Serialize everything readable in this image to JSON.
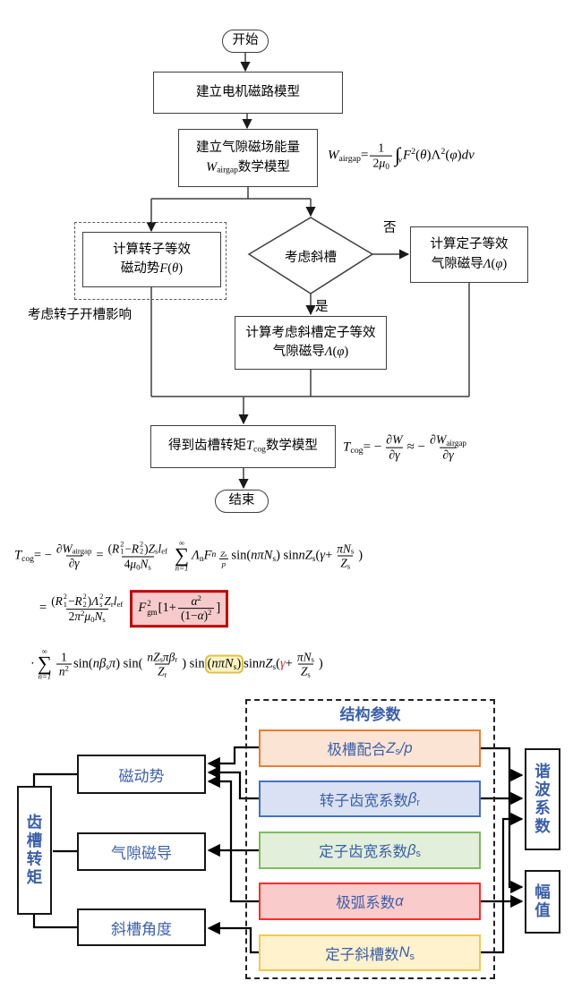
{
  "flowchart": {
    "start": "开始",
    "end": "结束",
    "build_circuit": "建立电机磁路模型",
    "build_energy_l1": "建立气隙磁场能量",
    "build_energy_l2": [
      {
        "k": "i",
        "v": "W"
      },
      {
        "k": "sb",
        "b": [
          {
            "k": "t",
            "v": "airgap"
          }
        ]
      },
      {
        "k": "t",
        "v": "数学模型"
      }
    ],
    "rotor_l1": "计算转子等效",
    "rotor_l2": [
      {
        "k": "t",
        "v": "磁动势 "
      },
      {
        "k": "i",
        "v": "F"
      },
      {
        "k": "t",
        "v": "("
      },
      {
        "k": "i",
        "v": "θ"
      },
      {
        "k": "t",
        "v": ")"
      }
    ],
    "dashed_note": "考虑转子开槽影响",
    "decision": "考虑斜槽",
    "no_label": "否",
    "yes_label": "是",
    "stator_l1": "计算定子等效",
    "stator_l2": [
      {
        "k": "t",
        "v": "气隙磁导 "
      },
      {
        "k": "i",
        "v": "Λ"
      },
      {
        "k": "t",
        "v": "("
      },
      {
        "k": "i",
        "v": "φ"
      },
      {
        "k": "t",
        "v": ")"
      }
    ],
    "skewed_l1": "计算考虑斜槽定子等效",
    "skewed_l2": [
      {
        "k": "t",
        "v": "气隙磁导 "
      },
      {
        "k": "i",
        "v": "Λ"
      },
      {
        "k": "t",
        "v": "("
      },
      {
        "k": "i",
        "v": "φ"
      },
      {
        "k": "t",
        "v": ")"
      }
    ],
    "result": [
      {
        "k": "t",
        "v": "得到齿槽转矩 "
      },
      {
        "k": "i",
        "v": "T"
      },
      {
        "k": "sb",
        "b": [
          {
            "k": "t",
            "v": "cog"
          }
        ]
      },
      {
        "k": "t",
        "v": "数学模型"
      }
    ]
  },
  "equations": {
    "energy": [
      {
        "k": "i",
        "v": "W"
      },
      {
        "k": "sb",
        "b": [
          {
            "k": "t",
            "v": "airgap"
          }
        ]
      },
      {
        "k": "t",
        "v": " = "
      },
      {
        "k": "fr",
        "n": [
          {
            "k": "t",
            "v": "1"
          }
        ],
        "d": [
          {
            "k": "t",
            "v": "2"
          },
          {
            "k": "i",
            "v": "μ"
          },
          {
            "k": "sb",
            "b": [
              {
                "k": "t",
                "v": "0"
              }
            ]
          }
        ]
      },
      {
        "k": "int",
        "s": "v"
      },
      {
        "k": "i",
        "v": "F"
      },
      {
        "k": "sp",
        "b": [
          {
            "k": "t",
            "v": "2"
          }
        ]
      },
      {
        "k": "t",
        "v": "("
      },
      {
        "k": "i",
        "v": "θ"
      },
      {
        "k": "t",
        "v": ")Λ"
      },
      {
        "k": "sp",
        "b": [
          {
            "k": "t",
            "v": "2"
          }
        ]
      },
      {
        "k": "t",
        "v": "("
      },
      {
        "k": "i",
        "v": "φ"
      },
      {
        "k": "t",
        "v": ")"
      },
      {
        "k": "i",
        "v": "dv"
      }
    ],
    "tcog": [
      {
        "k": "i",
        "v": "T"
      },
      {
        "k": "sb",
        "b": [
          {
            "k": "t",
            "v": "cog"
          }
        ]
      },
      {
        "k": "t",
        "v": " = −"
      },
      {
        "k": "fr",
        "n": [
          {
            "k": "t",
            "v": "∂"
          },
          {
            "k": "i",
            "v": "W"
          }
        ],
        "d": [
          {
            "k": "t",
            "v": "∂"
          },
          {
            "k": "i",
            "v": "γ"
          }
        ]
      },
      {
        "k": "t",
        "v": " ≈ −"
      },
      {
        "k": "fr",
        "n": [
          {
            "k": "t",
            "v": "∂"
          },
          {
            "k": "i",
            "v": "W"
          },
          {
            "k": "sb",
            "b": [
              {
                "k": "t",
                "v": "airgap"
              }
            ]
          }
        ],
        "d": [
          {
            "k": "t",
            "v": "∂"
          },
          {
            "k": "i",
            "v": "γ"
          }
        ]
      }
    ],
    "line1": [
      {
        "k": "i",
        "v": "T"
      },
      {
        "k": "sb",
        "b": [
          {
            "k": "t",
            "v": "cog"
          }
        ]
      },
      {
        "k": "t",
        "v": " = −"
      },
      {
        "k": "fr",
        "n": [
          {
            "k": "t",
            "v": "∂"
          },
          {
            "k": "i",
            "v": "W"
          },
          {
            "k": "sb",
            "b": [
              {
                "k": "t",
                "v": "airgap"
              }
            ]
          }
        ],
        "d": [
          {
            "k": "t",
            "v": "∂"
          },
          {
            "k": "i",
            "v": "γ"
          }
        ]
      },
      {
        "k": "t",
        "v": " = "
      },
      {
        "k": "fr",
        "n": [
          {
            "k": "t",
            "v": "("
          },
          {
            "k": "i",
            "v": "R"
          },
          {
            "k": "ss",
            "s": "1",
            "p": "2"
          },
          {
            "k": "t",
            "v": " − "
          },
          {
            "k": "i",
            "v": "R"
          },
          {
            "k": "ss",
            "s": "2",
            "p": "2"
          },
          {
            "k": "t",
            "v": ")"
          },
          {
            "k": "i",
            "v": "Z"
          },
          {
            "k": "sb",
            "b": [
              {
                "k": "t",
                "v": "s"
              }
            ]
          },
          {
            "k": "i",
            "v": "l"
          },
          {
            "k": "sb",
            "b": [
              {
                "k": "t",
                "v": "ef"
              }
            ]
          }
        ],
        "d": [
          {
            "k": "t",
            "v": "4"
          },
          {
            "k": "i",
            "v": "μ"
          },
          {
            "k": "sb",
            "b": [
              {
                "k": "t",
                "v": "0"
              }
            ]
          },
          {
            "k": "i",
            "v": "N"
          },
          {
            "k": "sb",
            "b": [
              {
                "k": "t",
                "v": "s"
              }
            ]
          }
        ]
      },
      {
        "k": "sum",
        "p": "∞",
        "s": "n=1"
      },
      {
        "k": "i",
        "v": "Λ"
      },
      {
        "k": "sb",
        "b": [
          {
            "k": "t",
            "v": "n"
          }
        ]
      },
      {
        "k": "i",
        "v": "F"
      },
      {
        "k": "sb",
        "b": [
          {
            "k": "i",
            "v": "n"
          },
          {
            "k": "fr",
            "n": [
              {
                "k": "i",
                "v": "Z"
              },
              {
                "k": "sb",
                "b": [
                  {
                    "k": "t",
                    "v": "s"
                  }
                ]
              }
            ],
            "d": [
              {
                "k": "i",
                "v": "p"
              }
            ]
          }
        ]
      },
      {
        "k": "t",
        "v": " sin("
      },
      {
        "k": "i",
        "v": "nπN"
      },
      {
        "k": "sb",
        "b": [
          {
            "k": "t",
            "v": "s"
          }
        ]
      },
      {
        "k": "t",
        "v": ") sin "
      },
      {
        "k": "i",
        "v": "nZ"
      },
      {
        "k": "sb",
        "b": [
          {
            "k": "t",
            "v": "s"
          }
        ]
      },
      {
        "k": "t",
        "v": "("
      },
      {
        "k": "i",
        "v": "γ"
      },
      {
        "k": "t",
        "v": " + "
      },
      {
        "k": "fr",
        "n": [
          {
            "k": "i",
            "v": "πN"
          },
          {
            "k": "sb",
            "b": [
              {
                "k": "t",
                "v": "s"
              }
            ]
          }
        ],
        "d": [
          {
            "k": "i",
            "v": "Z"
          },
          {
            "k": "sb",
            "b": [
              {
                "k": "t",
                "v": "s"
              }
            ]
          }
        ]
      },
      {
        "k": "t",
        "v": ")"
      }
    ],
    "line2": [
      {
        "k": "t",
        "v": "= "
      },
      {
        "k": "fr",
        "n": [
          {
            "k": "t",
            "v": "("
          },
          {
            "k": "i",
            "v": "R"
          },
          {
            "k": "ss",
            "s": "1",
            "p": "2"
          },
          {
            "k": "t",
            "v": " − "
          },
          {
            "k": "i",
            "v": "R"
          },
          {
            "k": "ss",
            "s": "2",
            "p": "2"
          },
          {
            "k": "t",
            "v": ")"
          },
          {
            "k": "i",
            "v": "Λ"
          },
          {
            "k": "ss",
            "s": "s",
            "p": "2"
          },
          {
            "k": "i",
            "v": "Z"
          },
          {
            "k": "sb",
            "b": [
              {
                "k": "t",
                "v": "r"
              }
            ]
          },
          {
            "k": "i",
            "v": "l"
          },
          {
            "k": "sb",
            "b": [
              {
                "k": "t",
                "v": "ef"
              }
            ]
          }
        ],
        "d": [
          {
            "k": "t",
            "v": "2"
          },
          {
            "k": "i",
            "v": "π"
          },
          {
            "k": "sp",
            "b": [
              {
                "k": "t",
                "v": "2"
              }
            ]
          },
          {
            "k": "i",
            "v": "μ"
          },
          {
            "k": "sb",
            "b": [
              {
                "k": "t",
                "v": "0"
              }
            ]
          },
          {
            "k": "i",
            "v": "N"
          },
          {
            "k": "sb",
            "b": [
              {
                "k": "t",
                "v": "s"
              }
            ]
          }
        ]
      },
      {
        "k": "bx",
        "c": "red",
        "b": [
          {
            "k": "i",
            "v": "F"
          },
          {
            "k": "ss",
            "s": "gm",
            "p": "2"
          },
          {
            "k": "t",
            "v": " [1+ "
          },
          {
            "k": "fr",
            "n": [
              {
                "k": "i",
                "v": "α"
              },
              {
                "k": "sp",
                "b": [
                  {
                    "k": "t",
                    "v": "2"
                  }
                ]
              }
            ],
            "d": [
              {
                "k": "t",
                "v": "(1−"
              },
              {
                "k": "i",
                "v": "α"
              },
              {
                "k": "t",
                "v": ")"
              },
              {
                "k": "sp",
                "b": [
                  {
                    "k": "t",
                    "v": "2"
                  }
                ]
              }
            ]
          },
          {
            "k": "t",
            "v": " ]"
          }
        ]
      }
    ],
    "line3": [
      {
        "k": "t",
        "v": "·"
      },
      {
        "k": "sum",
        "p": "∞",
        "s": "n=1"
      },
      {
        "k": "fr",
        "n": [
          {
            "k": "t",
            "v": "1"
          }
        ],
        "d": [
          {
            "k": "i",
            "v": "n"
          },
          {
            "k": "sp",
            "b": [
              {
                "k": "t",
                "v": "2"
              }
            ]
          }
        ]
      },
      {
        "k": "t",
        "v": " sin("
      },
      {
        "k": "i",
        "v": "nβ"
      },
      {
        "k": "sb",
        "b": [
          {
            "k": "t",
            "v": "s"
          }
        ]
      },
      {
        "k": "i",
        "v": "π"
      },
      {
        "k": "t",
        "v": ") sin("
      },
      {
        "k": "fr",
        "n": [
          {
            "k": "i",
            "v": "nZ"
          },
          {
            "k": "sb",
            "b": [
              {
                "k": "t",
                "v": "s"
              }
            ]
          },
          {
            "k": "i",
            "v": "πβ"
          },
          {
            "k": "sb",
            "b": [
              {
                "k": "t",
                "v": "r"
              }
            ]
          }
        ],
        "d": [
          {
            "k": "i",
            "v": "Z"
          },
          {
            "k": "sb",
            "b": [
              {
                "k": "t",
                "v": "r"
              }
            ]
          }
        ]
      },
      {
        "k": "t",
        "v": ") sin"
      },
      {
        "k": "bx",
        "c": "yellow",
        "b": [
          {
            "k": "t",
            "v": "("
          },
          {
            "k": "i",
            "v": "nπN"
          },
          {
            "k": "sb",
            "b": [
              {
                "k": "t",
                "v": "s"
              }
            ]
          },
          {
            "k": "t",
            "v": ")"
          }
        ]
      },
      {
        "k": "t",
        "v": " sin "
      },
      {
        "k": "i",
        "v": "nZ"
      },
      {
        "k": "sb",
        "b": [
          {
            "k": "t",
            "v": "s"
          }
        ]
      },
      {
        "k": "t",
        "v": "("
      },
      {
        "k": "cl",
        "c": "#cc2222",
        "b": [
          {
            "k": "i",
            "v": "γ"
          }
        ]
      },
      {
        "k": "t",
        "v": " + "
      },
      {
        "k": "fr",
        "n": [
          {
            "k": "i",
            "v": "πN"
          },
          {
            "k": "sb",
            "b": [
              {
                "k": "t",
                "v": "s"
              }
            ]
          }
        ],
        "d": [
          {
            "k": "i",
            "v": "Z"
          },
          {
            "k": "sb",
            "b": [
              {
                "k": "t",
                "v": "s"
              }
            ]
          }
        ]
      },
      {
        "k": "t",
        "v": ")"
      }
    ]
  },
  "diagram": {
    "title": "结构参数",
    "param_pole_slot": [
      {
        "k": "t",
        "v": "极槽配合 "
      },
      {
        "k": "i",
        "v": "Z"
      },
      {
        "k": "sb",
        "b": [
          {
            "k": "t",
            "v": "s"
          }
        ]
      },
      {
        "k": "i",
        "v": "/p"
      }
    ],
    "param_rotor_tooth": [
      {
        "k": "t",
        "v": "转子齿宽系数 "
      },
      {
        "k": "i",
        "v": "β"
      },
      {
        "k": "sb",
        "b": [
          {
            "k": "t",
            "v": "r"
          }
        ]
      }
    ],
    "param_stator_tooth": [
      {
        "k": "t",
        "v": "定子齿宽系数 "
      },
      {
        "k": "i",
        "v": "β"
      },
      {
        "k": "sb",
        "b": [
          {
            "k": "t",
            "v": "s"
          }
        ]
      }
    ],
    "param_pole_arc": [
      {
        "k": "t",
        "v": "极弧系数 "
      },
      {
        "k": "i",
        "v": "α"
      }
    ],
    "param_skew_num": [
      {
        "k": "t",
        "v": "定子斜槽数 "
      },
      {
        "k": "i",
        "v": "N"
      },
      {
        "k": "sb",
        "b": [
          {
            "k": "t",
            "v": "s"
          }
        ]
      }
    ],
    "mmf": "磁动势",
    "permeance": "气隙磁导",
    "skew_angle": "斜槽角度",
    "cogging_torque": "齿槽转矩",
    "harmonic_coeff": "谐波系数",
    "amplitude": "幅值"
  },
  "colors": {
    "blue_text": "#3b5fa8",
    "orange_border": "#ED7D31",
    "orange_fill": "#FCE4D4",
    "blue_border": "#4472C4",
    "blue_fill": "#D9E1F2",
    "green_border": "#7FBC5B",
    "green_fill": "#E2EFDA",
    "red_border": "#FF2A2A",
    "red_fill": "#FACBCB",
    "yellow_border": "#F2C94C",
    "yellow_fill": "#FFF2CC",
    "eq_red_border": "#C00000",
    "eq_red_fill": "#F6CACA",
    "eq_hl_border": "#E0C24A",
    "eq_hl_fill": "#FDF3C3"
  }
}
